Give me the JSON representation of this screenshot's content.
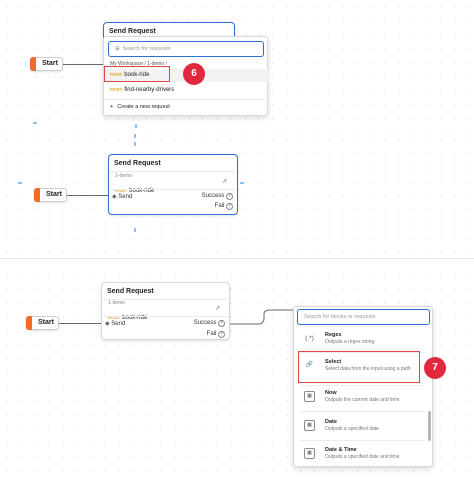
{
  "panel1": {
    "start_label": "Start",
    "node_title": "Send Request",
    "search_placeholder": "Search for requests",
    "breadcrumb": "My Workspace / 1-demo /",
    "requests": [
      {
        "method": "POST",
        "name": "book-ride"
      },
      {
        "method": "POST",
        "name": "find-nearby-drivers"
      }
    ],
    "create_label": "Create a new request",
    "callout_number": "6"
  },
  "panel2": {
    "start_label": "Start",
    "node_title": "Send Request",
    "request_path": "1-demo",
    "method": "POST",
    "request_name": "book-ride",
    "send_label": "Send",
    "success_label": "Success",
    "fail_label": "Fail"
  },
  "panel3": {
    "start_label": "Start",
    "node_title": "Send Request",
    "request_path": "1-demo",
    "method": "POST",
    "request_name": "book-ride",
    "send_label": "Send",
    "success_label": "Success",
    "fail_label": "Fail",
    "block_search_placeholder": "Search for blocks or requests",
    "blocks": [
      {
        "icon": "(.*)",
        "title": "Regex",
        "desc": "Outputs a regex string"
      },
      {
        "icon": "🔗",
        "title": "Select",
        "desc": "Select data from the input using a path"
      },
      {
        "icon": "▦",
        "title": "Now",
        "desc": "Outputs the current date and time"
      },
      {
        "icon": "▦",
        "title": "Date",
        "desc": "Outputs a specified date"
      },
      {
        "icon": "▦",
        "title": "Date & Time",
        "desc": "Outputs a specified date and time"
      }
    ],
    "callout_number": "7"
  },
  "colors": {
    "accent": "#2f6fd6",
    "start_orange": "#f36b2b",
    "callout_red": "#e2283d",
    "method_orange": "#e8a020"
  }
}
